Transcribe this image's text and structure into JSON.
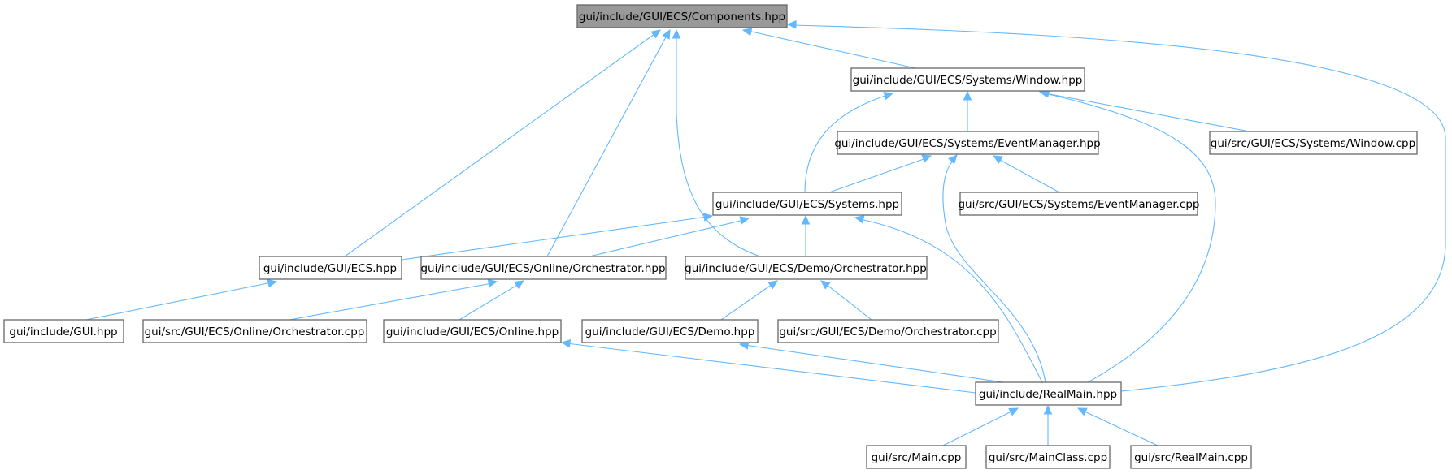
{
  "graph": {
    "root": "components",
    "nodes": {
      "components": {
        "label": "gui/include/GUI/ECS/Components.hpp",
        "highlighted": true
      },
      "window_hpp": {
        "label": "gui/include/GUI/ECS/Systems/Window.hpp"
      },
      "eventmanager_hpp": {
        "label": "gui/include/GUI/ECS/Systems/EventManager.hpp"
      },
      "window_cpp": {
        "label": "gui/src/GUI/ECS/Systems/Window.cpp"
      },
      "systems_hpp": {
        "label": "gui/include/GUI/ECS/Systems.hpp"
      },
      "eventmanager_cpp": {
        "label": "gui/src/GUI/ECS/Systems/EventManager.cpp"
      },
      "ecs_hpp": {
        "label": "gui/include/GUI/ECS.hpp"
      },
      "online_orch_hpp": {
        "label": "gui/include/GUI/ECS/Online/Orchestrator.hpp"
      },
      "demo_orch_hpp": {
        "label": "gui/include/GUI/ECS/Demo/Orchestrator.hpp"
      },
      "gui_hpp": {
        "label": "gui/include/GUI.hpp"
      },
      "online_orch_cpp": {
        "label": "gui/src/GUI/ECS/Online/Orchestrator.cpp"
      },
      "online_hpp": {
        "label": "gui/include/GUI/ECS/Online.hpp"
      },
      "demo_hpp": {
        "label": "gui/include/GUI/ECS/Demo.hpp"
      },
      "demo_orch_cpp": {
        "label": "gui/src/GUI/ECS/Demo/Orchestrator.cpp"
      },
      "realmain_hpp": {
        "label": "gui/include/RealMain.hpp"
      },
      "main_cpp": {
        "label": "gui/src/Main.cpp"
      },
      "mainclass_cpp": {
        "label": "gui/src/MainClass.cpp"
      },
      "realmain_cpp": {
        "label": "gui/src/RealMain.cpp"
      }
    },
    "edges": [
      {
        "from": "window_hpp",
        "to": "components"
      },
      {
        "from": "ecs_hpp",
        "to": "components"
      },
      {
        "from": "online_orch_hpp",
        "to": "components"
      },
      {
        "from": "demo_orch_hpp",
        "to": "components"
      },
      {
        "from": "realmain_hpp",
        "to": "components"
      },
      {
        "from": "eventmanager_hpp",
        "to": "window_hpp"
      },
      {
        "from": "window_cpp",
        "to": "window_hpp"
      },
      {
        "from": "systems_hpp",
        "to": "window_hpp"
      },
      {
        "from": "realmain_hpp",
        "to": "window_hpp"
      },
      {
        "from": "systems_hpp",
        "to": "eventmanager_hpp"
      },
      {
        "from": "eventmanager_cpp",
        "to": "eventmanager_hpp"
      },
      {
        "from": "realmain_hpp",
        "to": "eventmanager_hpp"
      },
      {
        "from": "ecs_hpp",
        "to": "systems_hpp"
      },
      {
        "from": "online_orch_hpp",
        "to": "systems_hpp"
      },
      {
        "from": "demo_orch_hpp",
        "to": "systems_hpp"
      },
      {
        "from": "realmain_hpp",
        "to": "systems_hpp"
      },
      {
        "from": "gui_hpp",
        "to": "ecs_hpp"
      },
      {
        "from": "online_orch_cpp",
        "to": "online_orch_hpp"
      },
      {
        "from": "online_hpp",
        "to": "online_orch_hpp"
      },
      {
        "from": "demo_hpp",
        "to": "demo_orch_hpp"
      },
      {
        "from": "demo_orch_cpp",
        "to": "demo_orch_hpp"
      },
      {
        "from": "realmain_hpp",
        "to": "online_hpp"
      },
      {
        "from": "realmain_hpp",
        "to": "demo_hpp"
      },
      {
        "from": "main_cpp",
        "to": "realmain_hpp"
      },
      {
        "from": "mainclass_cpp",
        "to": "realmain_hpp"
      },
      {
        "from": "realmain_cpp",
        "to": "realmain_hpp"
      }
    ],
    "colors": {
      "edge": "#63b8ff",
      "node_border": "#666666",
      "node_fill": "#ffffff",
      "root_fill": "#999999"
    }
  }
}
